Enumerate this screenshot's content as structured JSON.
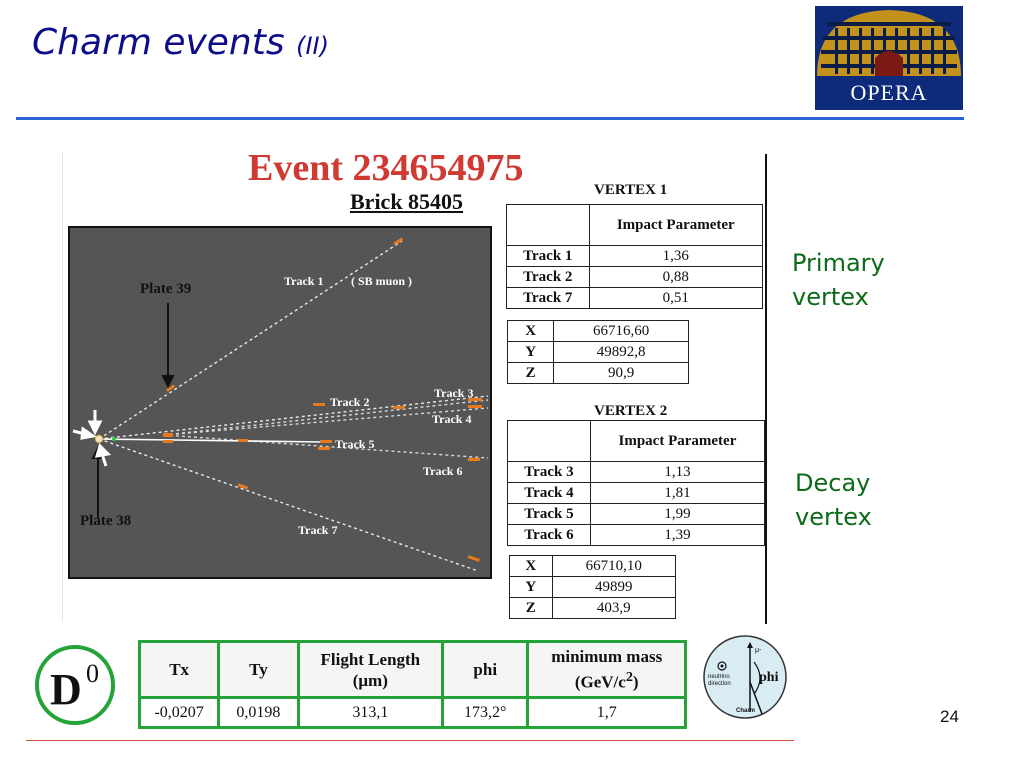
{
  "slide": {
    "title": "Charm events",
    "title_suffix": "(II)",
    "page_number": "24",
    "colors": {
      "title": "#0d0d8a",
      "title_rule": "#2a62d8",
      "footer_rule": "#d24b3f",
      "event_title": "#cf3a32",
      "note_text": "#0c6a18",
      "table_border": "#23a338"
    }
  },
  "logo": {
    "text": "OPERA",
    "icon": "opera-theatre-logo"
  },
  "event": {
    "title": "Event 234654975",
    "brick": "Brick 85405",
    "display": {
      "plate_upper": "Plate 39",
      "plate_lower": "Plate 38",
      "track_labels": [
        "Track 1",
        "( SB muon )",
        "Track 2",
        "Track 3",
        "Track 4",
        "Track 5",
        "Track 6",
        "Track 7"
      ]
    }
  },
  "vertex1": {
    "heading": "VERTEX 1",
    "column_header": "Impact Parameter",
    "rows": [
      {
        "track": "Track 1",
        "value": "1,36"
      },
      {
        "track": "Track 2",
        "value": "0,88"
      },
      {
        "track": "Track 7",
        "value": "0,51"
      }
    ],
    "coords": [
      {
        "axis": "X",
        "value": "66716,60"
      },
      {
        "axis": "Y",
        "value": "49892,8"
      },
      {
        "axis": "Z",
        "value": "90,9"
      }
    ]
  },
  "vertex2": {
    "heading": "VERTEX 2",
    "column_header": "Impact Parameter",
    "rows": [
      {
        "track": "Track 3",
        "value": "1,13"
      },
      {
        "track": "Track 4",
        "value": "1,81"
      },
      {
        "track": "Track 5",
        "value": "1,99"
      },
      {
        "track": "Track 6",
        "value": "1,39"
      }
    ],
    "coords": [
      {
        "axis": "X",
        "value": "66710,10"
      },
      {
        "axis": "Y",
        "value": "49899"
      },
      {
        "axis": "Z",
        "value": "403,9"
      }
    ]
  },
  "notes": {
    "primary": [
      "Primary",
      "vertex"
    ],
    "decay": [
      "Decay",
      "vertex"
    ]
  },
  "particle": {
    "letter": "D",
    "superscript": "0"
  },
  "kinematics": {
    "headers": {
      "tx": "Tx",
      "ty": "Ty",
      "flight_line1": "Flight Length",
      "flight_line2": "(μm)",
      "phi": "phi",
      "mass_line1": "minimum mass",
      "mass_line2": "(GeV/c",
      "mass_sup": "2",
      "mass_close": ")"
    },
    "values": {
      "tx": "-0,0207",
      "ty": "0,0198",
      "flight": "313,1",
      "phi": "173,2°",
      "mass": "1,7"
    }
  },
  "phi_diagram": {
    "muon": "μ-",
    "neutrino_line1": "neutrino",
    "neutrino_line2": "direction",
    "phi": "phi",
    "charm": "Charm"
  }
}
